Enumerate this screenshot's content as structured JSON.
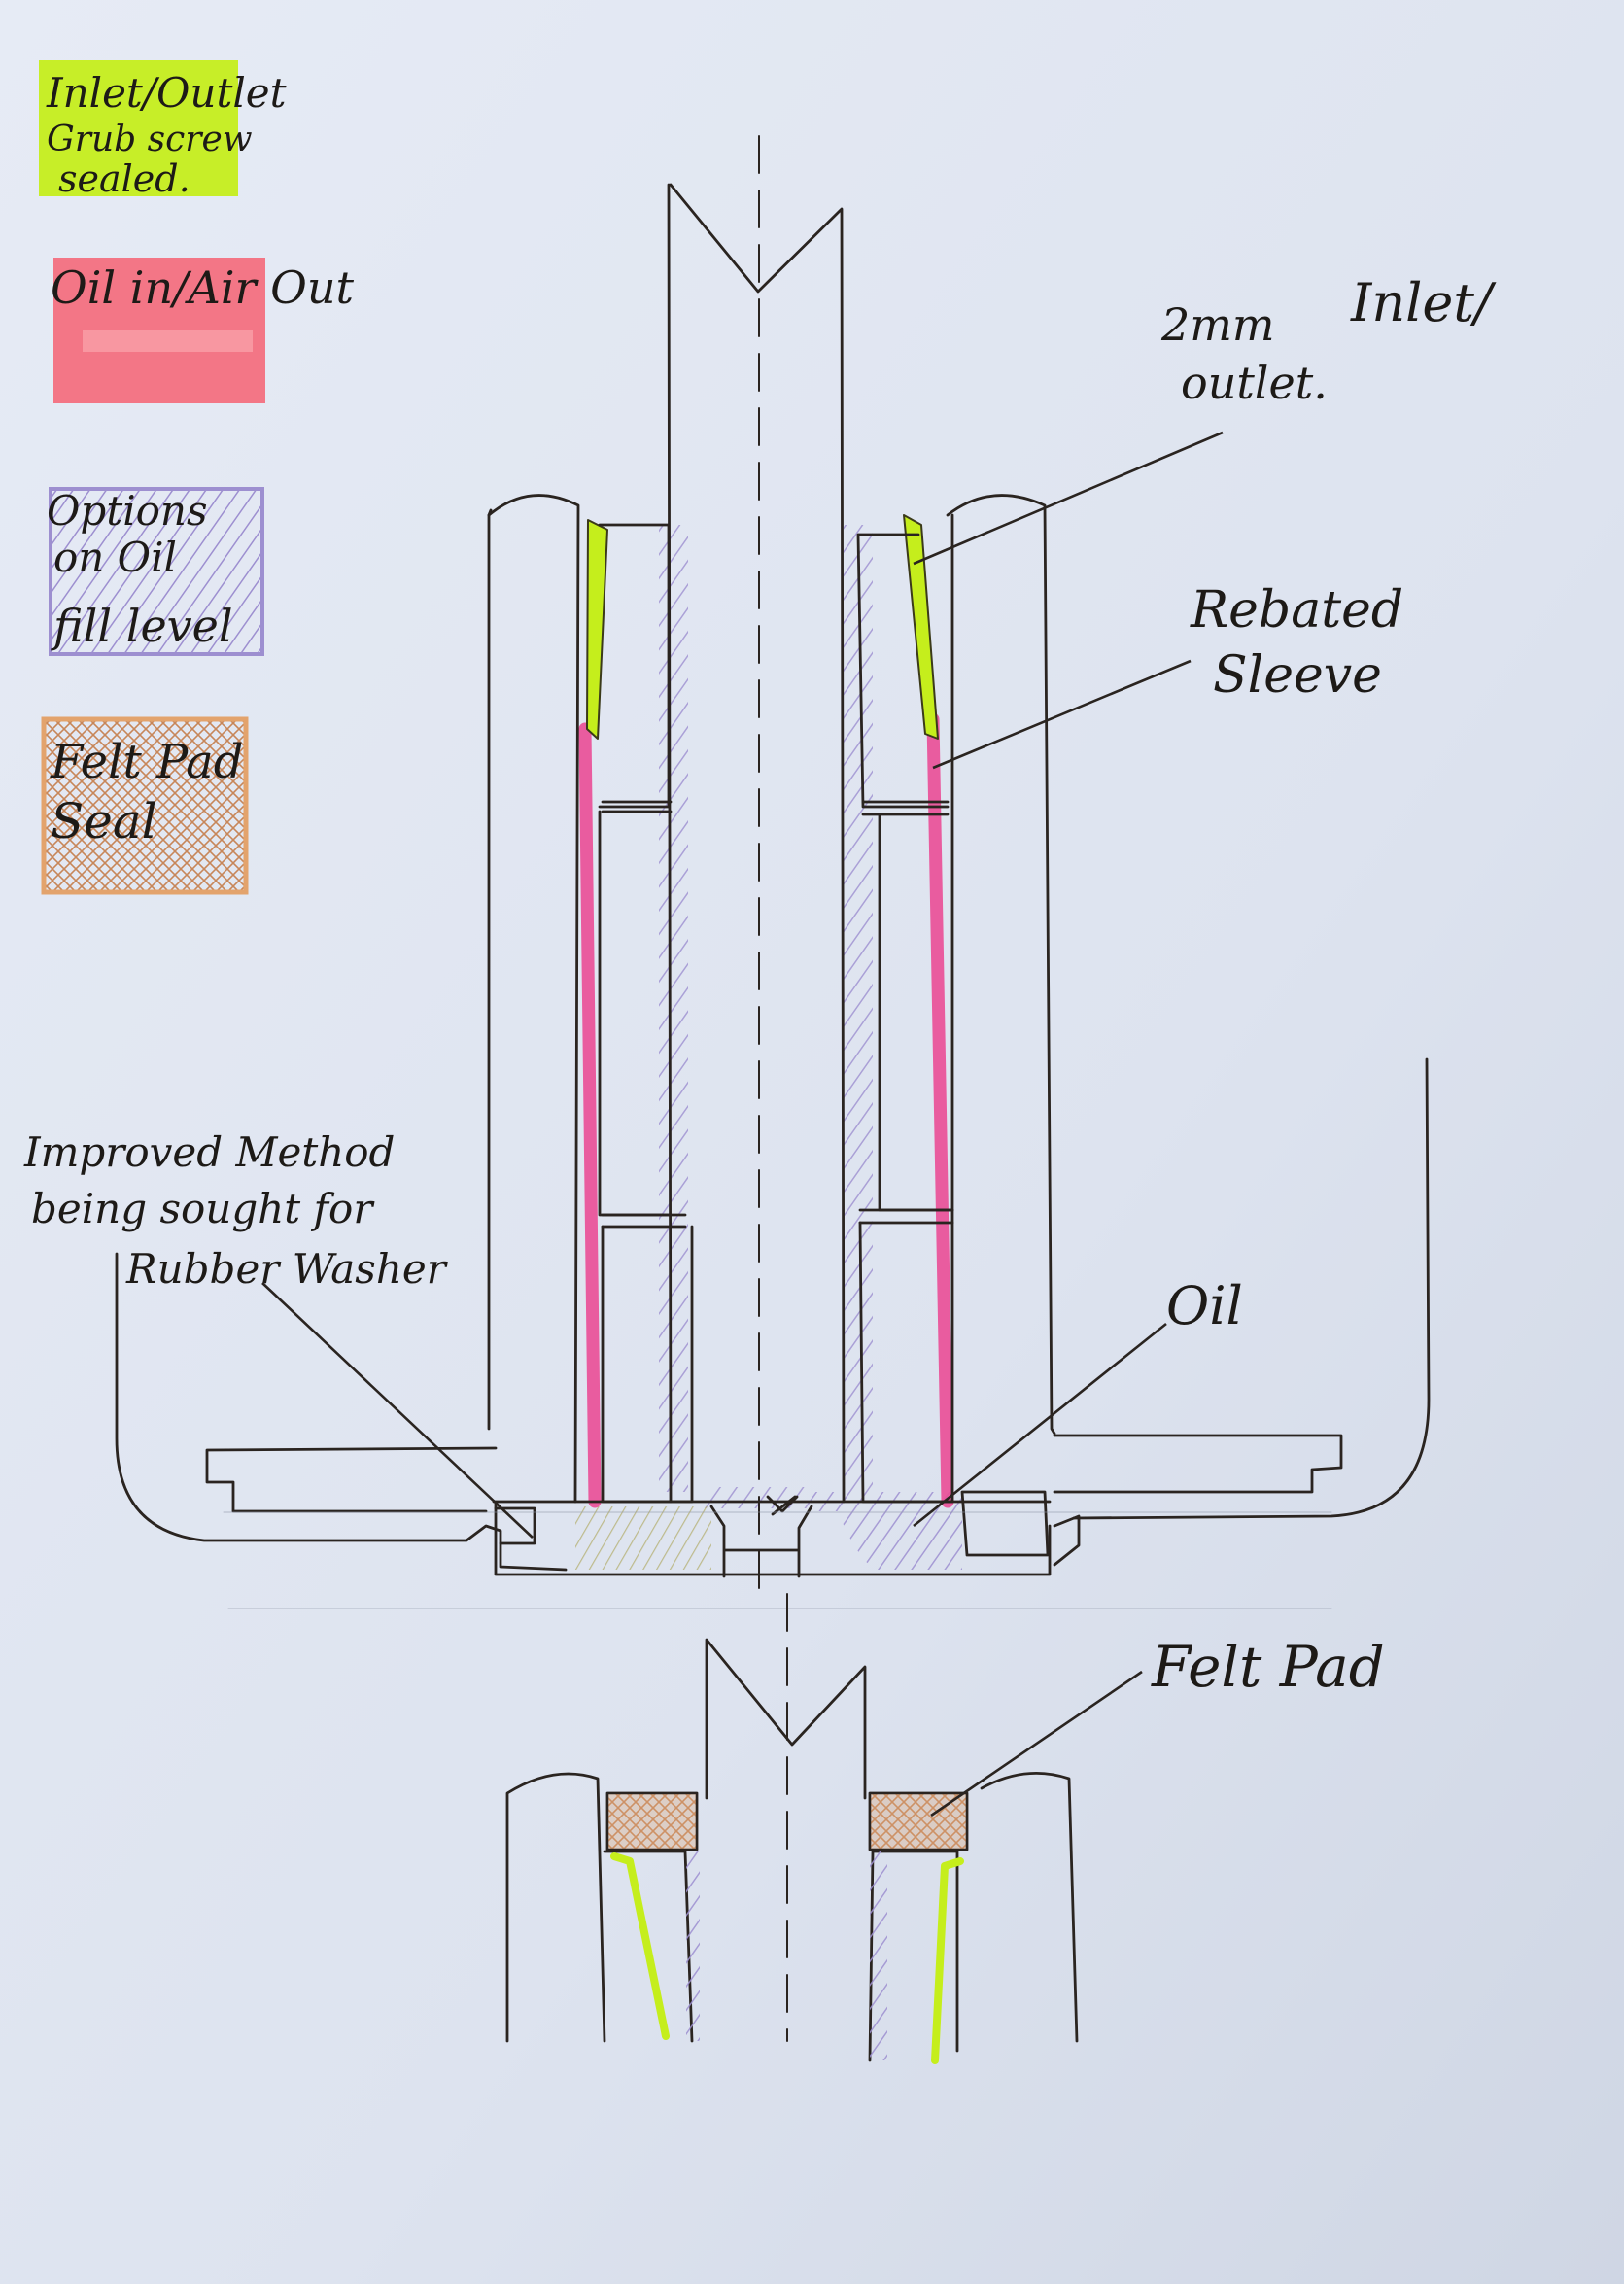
{
  "legend": [
    {
      "label_lines": [
        "Inlet/Outlet",
        "Grub screw",
        "sealed."
      ],
      "color": "#c5ee1c"
    },
    {
      "label_lines": [
        "Oil in/Air Out"
      ],
      "color": "#f4697a"
    },
    {
      "label_lines": [
        "Options",
        "on Oil",
        "fill level"
      ],
      "color": "#9d8fd0"
    },
    {
      "label_lines": [
        "Felt Pad",
        "Seal"
      ],
      "color": "#e3a36c"
    }
  ],
  "annotations": {
    "inlet_outlet": {
      "lines": [
        "2mm",
        "Inlet/",
        "outlet."
      ]
    },
    "rebated_sleeve": {
      "lines": [
        "Rebated",
        "Sleeve"
      ]
    },
    "improved_method": {
      "lines": [
        "Improved Method",
        "being sought for",
        "Rubber Washer"
      ]
    },
    "oil": {
      "lines": [
        "Oil"
      ]
    },
    "felt_pad": {
      "lines": [
        "Felt Pad"
      ]
    }
  },
  "colors": {
    "paper": "#dfe4f0",
    "ink": "#2a2420",
    "green": "#c5ee1c",
    "pink": "#ea4d96",
    "purple": "#9d8fd0",
    "felt": "#d9a57a"
  }
}
